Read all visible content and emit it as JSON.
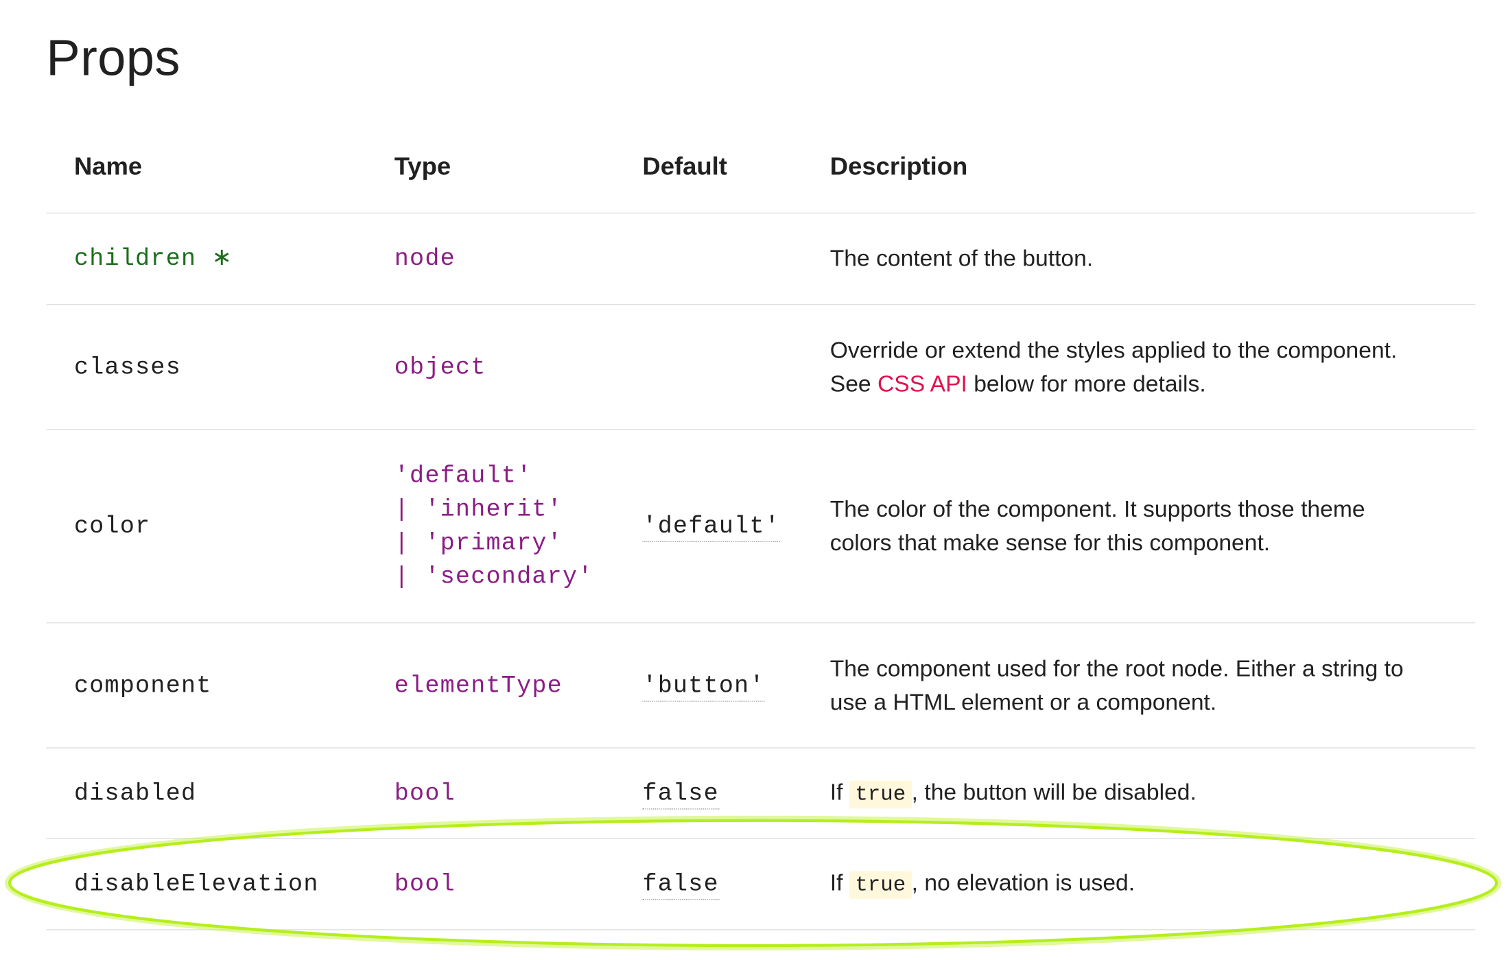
{
  "page": {
    "title": "Props"
  },
  "table": {
    "headers": {
      "name": "Name",
      "type": "Type",
      "default": "Default",
      "description": "Description"
    },
    "rows": [
      {
        "name": "children ∗",
        "required": true,
        "type_lines": [
          "node"
        ],
        "default": "",
        "description": "The content of the button."
      },
      {
        "name": "classes",
        "required": false,
        "type_lines": [
          "object"
        ],
        "default": "",
        "description_parts": {
          "line1": "Override or extend the styles applied to the component.",
          "before_link": "See ",
          "link_text": "CSS API",
          "after_link": " below for more details."
        }
      },
      {
        "name": "color",
        "required": false,
        "type_lines": [
          "'default'",
          "| 'inherit'",
          "| 'primary'",
          "| 'secondary'"
        ],
        "default": "'default'",
        "description_lines": [
          "The color of the component. It supports those theme",
          "colors that make sense for this component."
        ]
      },
      {
        "name": "component",
        "required": false,
        "type_lines": [
          "elementType"
        ],
        "default": "'button'",
        "description_lines": [
          "The component used for the root node. Either a string to",
          "use a HTML element or a component."
        ]
      },
      {
        "name": "disabled",
        "required": false,
        "type_lines": [
          "bool"
        ],
        "default": "false",
        "description_parts": {
          "prefix": "If ",
          "code": "true",
          "suffix": ", the button will be disabled."
        }
      },
      {
        "name": "disableElevation",
        "required": false,
        "highlighted": true,
        "type_lines": [
          "bool"
        ],
        "default": "false",
        "description_parts": {
          "prefix": "If ",
          "code": "true",
          "suffix": ", no elevation is used."
        }
      }
    ]
  },
  "colors": {
    "required_name": "#1b6e1b",
    "type": "#8b1e85",
    "link": "#e0114f",
    "code_bg": "#fff8dc",
    "highlight_stroke": "#b5ee1c"
  }
}
